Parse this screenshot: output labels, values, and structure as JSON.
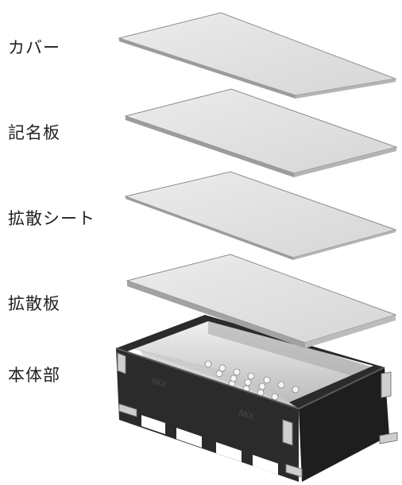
{
  "parts": [
    {
      "id": "cover",
      "label": "カバー"
    },
    {
      "id": "nameplate",
      "label": "記名板"
    },
    {
      "id": "diffusion-sheet",
      "label": "拡散シート"
    },
    {
      "id": "diffusion-plate",
      "label": "拡散板"
    },
    {
      "id": "body",
      "label": "本体部"
    }
  ],
  "body_markings": [
    "NKK",
    "NKK"
  ],
  "colors": {
    "plate_top": "#e2e2e2",
    "plate_edge": "#9c9c9c",
    "housing": "#2b2b2b",
    "housing_dark": "#161616",
    "inner": "#dcdcdc",
    "clip": "#cfcfcf"
  }
}
